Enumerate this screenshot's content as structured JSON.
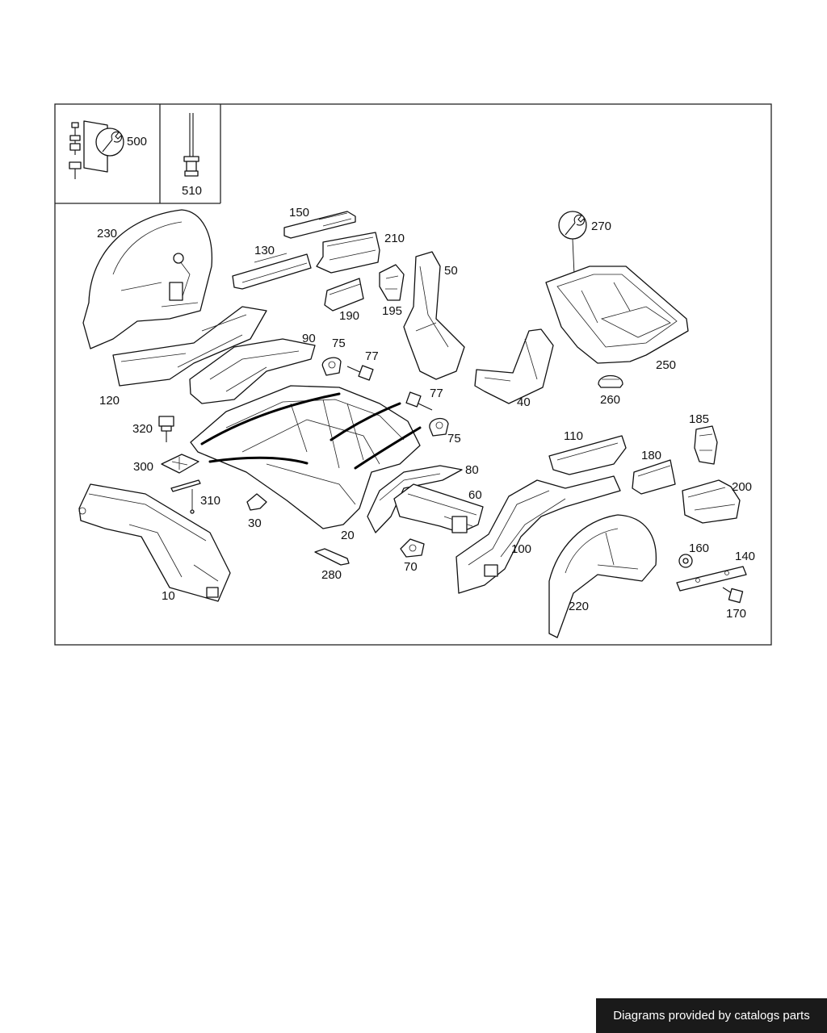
{
  "footer": {
    "credit": "Diagrams provided by catalogs parts"
  },
  "parts": {
    "p500": "500",
    "p510": "510",
    "p230": "230",
    "p150": "150",
    "p210": "210",
    "p130": "130",
    "p190": "190",
    "p195": "195",
    "p50": "50",
    "p270": "270",
    "p250": "250",
    "p260": "260",
    "p40": "40",
    "p120": "120",
    "p90": "90",
    "p75a": "75",
    "p77a": "77",
    "p77b": "77",
    "p75b": "75",
    "p320": "320",
    "p300": "300",
    "p310": "310",
    "p30": "30",
    "p20": "20",
    "p10": "10",
    "p280": "280",
    "p80": "80",
    "p60": "60",
    "p70": "70",
    "p110": "110",
    "p180": "180",
    "p185": "185",
    "p200": "200",
    "p100": "100",
    "p220": "220",
    "p160": "160",
    "p140": "140",
    "p170": "170"
  },
  "icons": [
    "wrench-icon"
  ]
}
